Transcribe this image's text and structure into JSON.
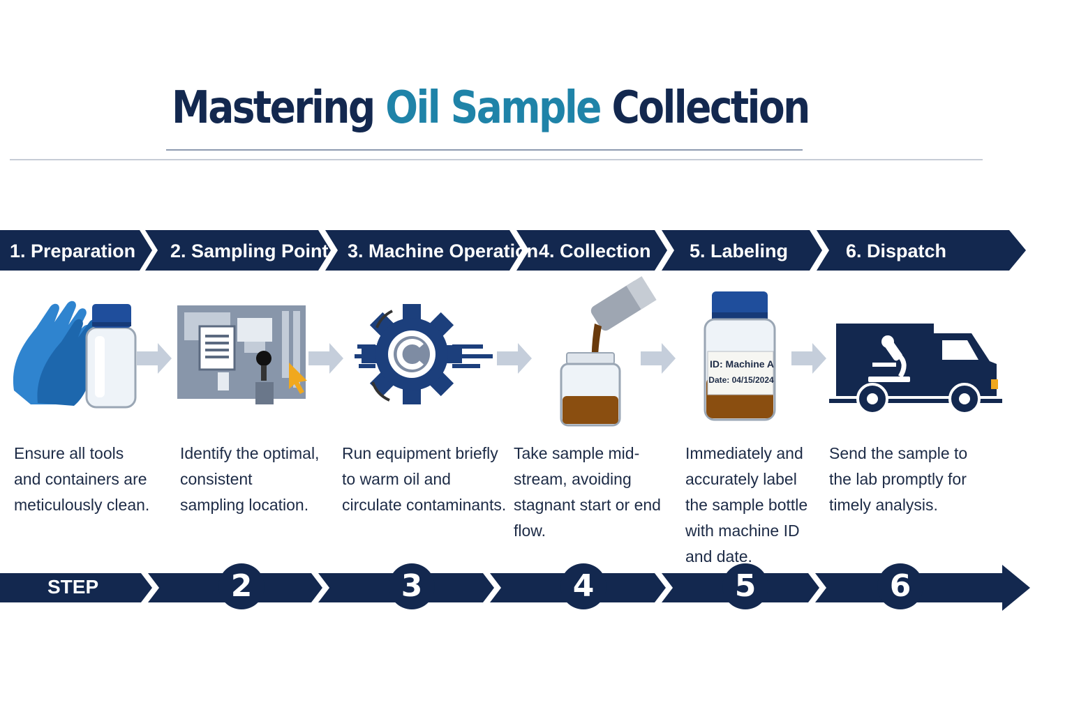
{
  "title": {
    "part1": "Mastering ",
    "accent": "Oil Sample",
    "part2": " Collection"
  },
  "steps": [
    {
      "header": "1. Preparation",
      "description": "Ensure all tools and containers are meticulously clean.",
      "icon": "gloves-and-bottle-icon"
    },
    {
      "header": "2. Sampling Point",
      "description": "Identify the optimal, consistent sampling location.",
      "icon": "sampling-point-diagram-icon"
    },
    {
      "header": "3. Machine Operation",
      "description": "Run equipment briefly to warm oil and circulate contaminants.",
      "icon": "gear-icon"
    },
    {
      "header": "4. Collection",
      "description": "Take sample mid-stream, avoiding stagnant start or end flow.",
      "icon": "pouring-oil-icon"
    },
    {
      "header": "5. Labeling",
      "description": "Immediately and accurately label the sample bottle with machine ID and date.",
      "icon": "labeled-bottle-icon"
    },
    {
      "header": "6. Dispatch",
      "description": "Send the sample to the lab promptly for timely analysis.",
      "icon": "delivery-truck-icon"
    }
  ],
  "label_text": {
    "id_line": "ID: Machine A",
    "date_line": "Date: 04/15/2024"
  },
  "bottom_bar": {
    "step_word": "STEP",
    "numbers": [
      "2",
      "3",
      "4",
      "5",
      "6"
    ]
  },
  "colors": {
    "navy": "#13284f",
    "teal": "#1f83a8",
    "glove_blue": "#2f84cf",
    "oil_brown": "#8a4e10",
    "arrow_gray": "#c5cedb"
  }
}
